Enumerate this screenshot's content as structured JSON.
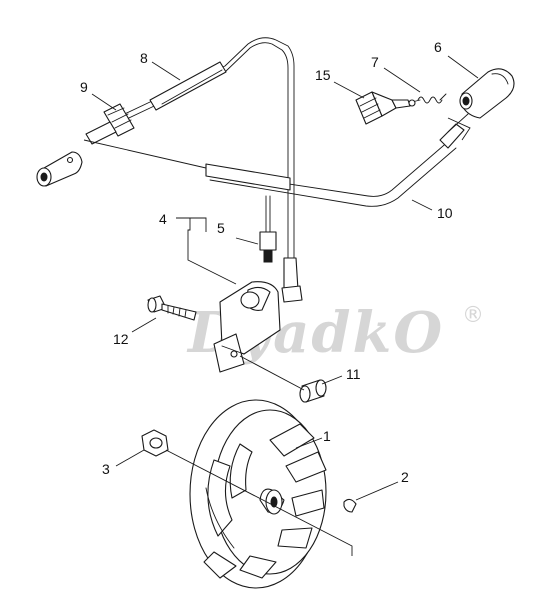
{
  "watermark": {
    "text": "DyadkO",
    "registered_mark": "®"
  },
  "callouts": {
    "c1": "1",
    "c2": "2",
    "c3": "3",
    "c4": "4",
    "c5": "5",
    "c6": "6",
    "c7": "7",
    "c8": "8",
    "c9": "9",
    "c10": "10",
    "c11": "11",
    "c12": "12",
    "c15": "15"
  },
  "colors": {
    "line": "#1a1a1a",
    "watermark": "#d6d6d6",
    "background": "#ffffff"
  }
}
